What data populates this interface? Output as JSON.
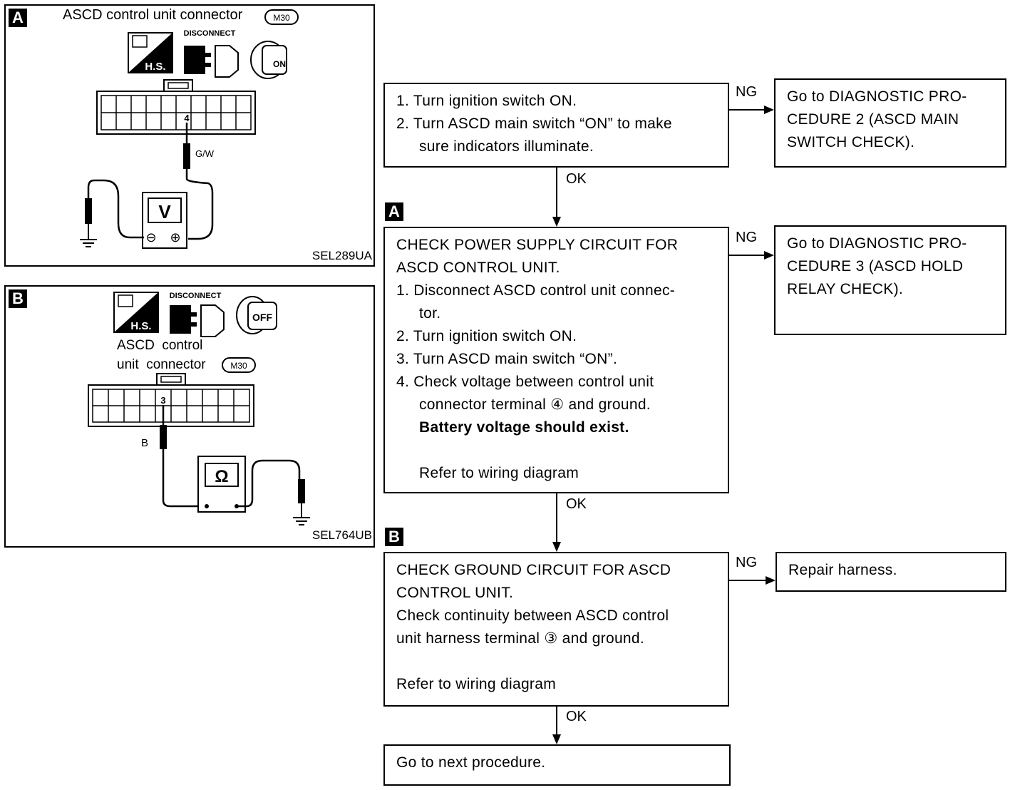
{
  "panel_a": {
    "tag": "A",
    "title": "ASCD control unit connector",
    "connector_badge": "M30",
    "disconnect_label": "DISCONNECT",
    "hs_label": "H.S.",
    "key_label": "ON",
    "terminal": "4",
    "wire_color": "G/W",
    "meter_symbol": "V",
    "neg": "⊖",
    "pos": "⊕",
    "ref": "SEL289UA"
  },
  "panel_b": {
    "tag": "B",
    "title_line1": "ASCD  control",
    "title_line2": "unit  connector",
    "connector_badge": "M30",
    "disconnect_label": "DISCONNECT",
    "hs_label": "H.S.",
    "key_label": "OFF",
    "terminal": "3",
    "wire_color": "B",
    "meter_symbol": "Ω",
    "ref": "SEL764UB"
  },
  "flow": {
    "step1": {
      "lines": [
        "1.  Turn ignition switch ON.",
        "2.  Turn ASCD main switch “ON” to make",
        "sure indicators illuminate."
      ]
    },
    "ng1": "NG",
    "ng1_result": [
      "Go to DIAGNOSTIC PRO-",
      "CEDURE 2 (ASCD MAIN",
      "SWITCH CHECK)."
    ],
    "ok1": "OK",
    "tag_a": "A",
    "step2": {
      "lines": [
        "CHECK POWER SUPPLY CIRCUIT FOR",
        "ASCD CONTROL UNIT.",
        "1.  Disconnect ASCD control unit connec-",
        "tor.",
        "2.  Turn ignition switch ON.",
        "3.  Turn ASCD main switch “ON”.",
        "4.  Check voltage between control unit",
        "connector terminal ④  and ground.",
        "Battery voltage should exist.",
        "",
        "Refer to wiring diagram"
      ]
    },
    "ng2": "NG",
    "ng2_result": [
      "Go to DIAGNOSTIC PRO-",
      "CEDURE 3 (ASCD HOLD",
      "RELAY CHECK)."
    ],
    "ok2": "OK",
    "tag_b": "B",
    "step3": {
      "lines": [
        "CHECK GROUND CIRCUIT FOR ASCD",
        "CONTROL UNIT.",
        "Check continuity between ASCD control",
        "unit harness terminal ③  and ground.",
        "",
        "Refer to wiring diagram"
      ]
    },
    "ng3": "NG",
    "ng3_result": [
      "Repair harness."
    ],
    "ok3": "OK",
    "final": "Go to next procedure."
  }
}
